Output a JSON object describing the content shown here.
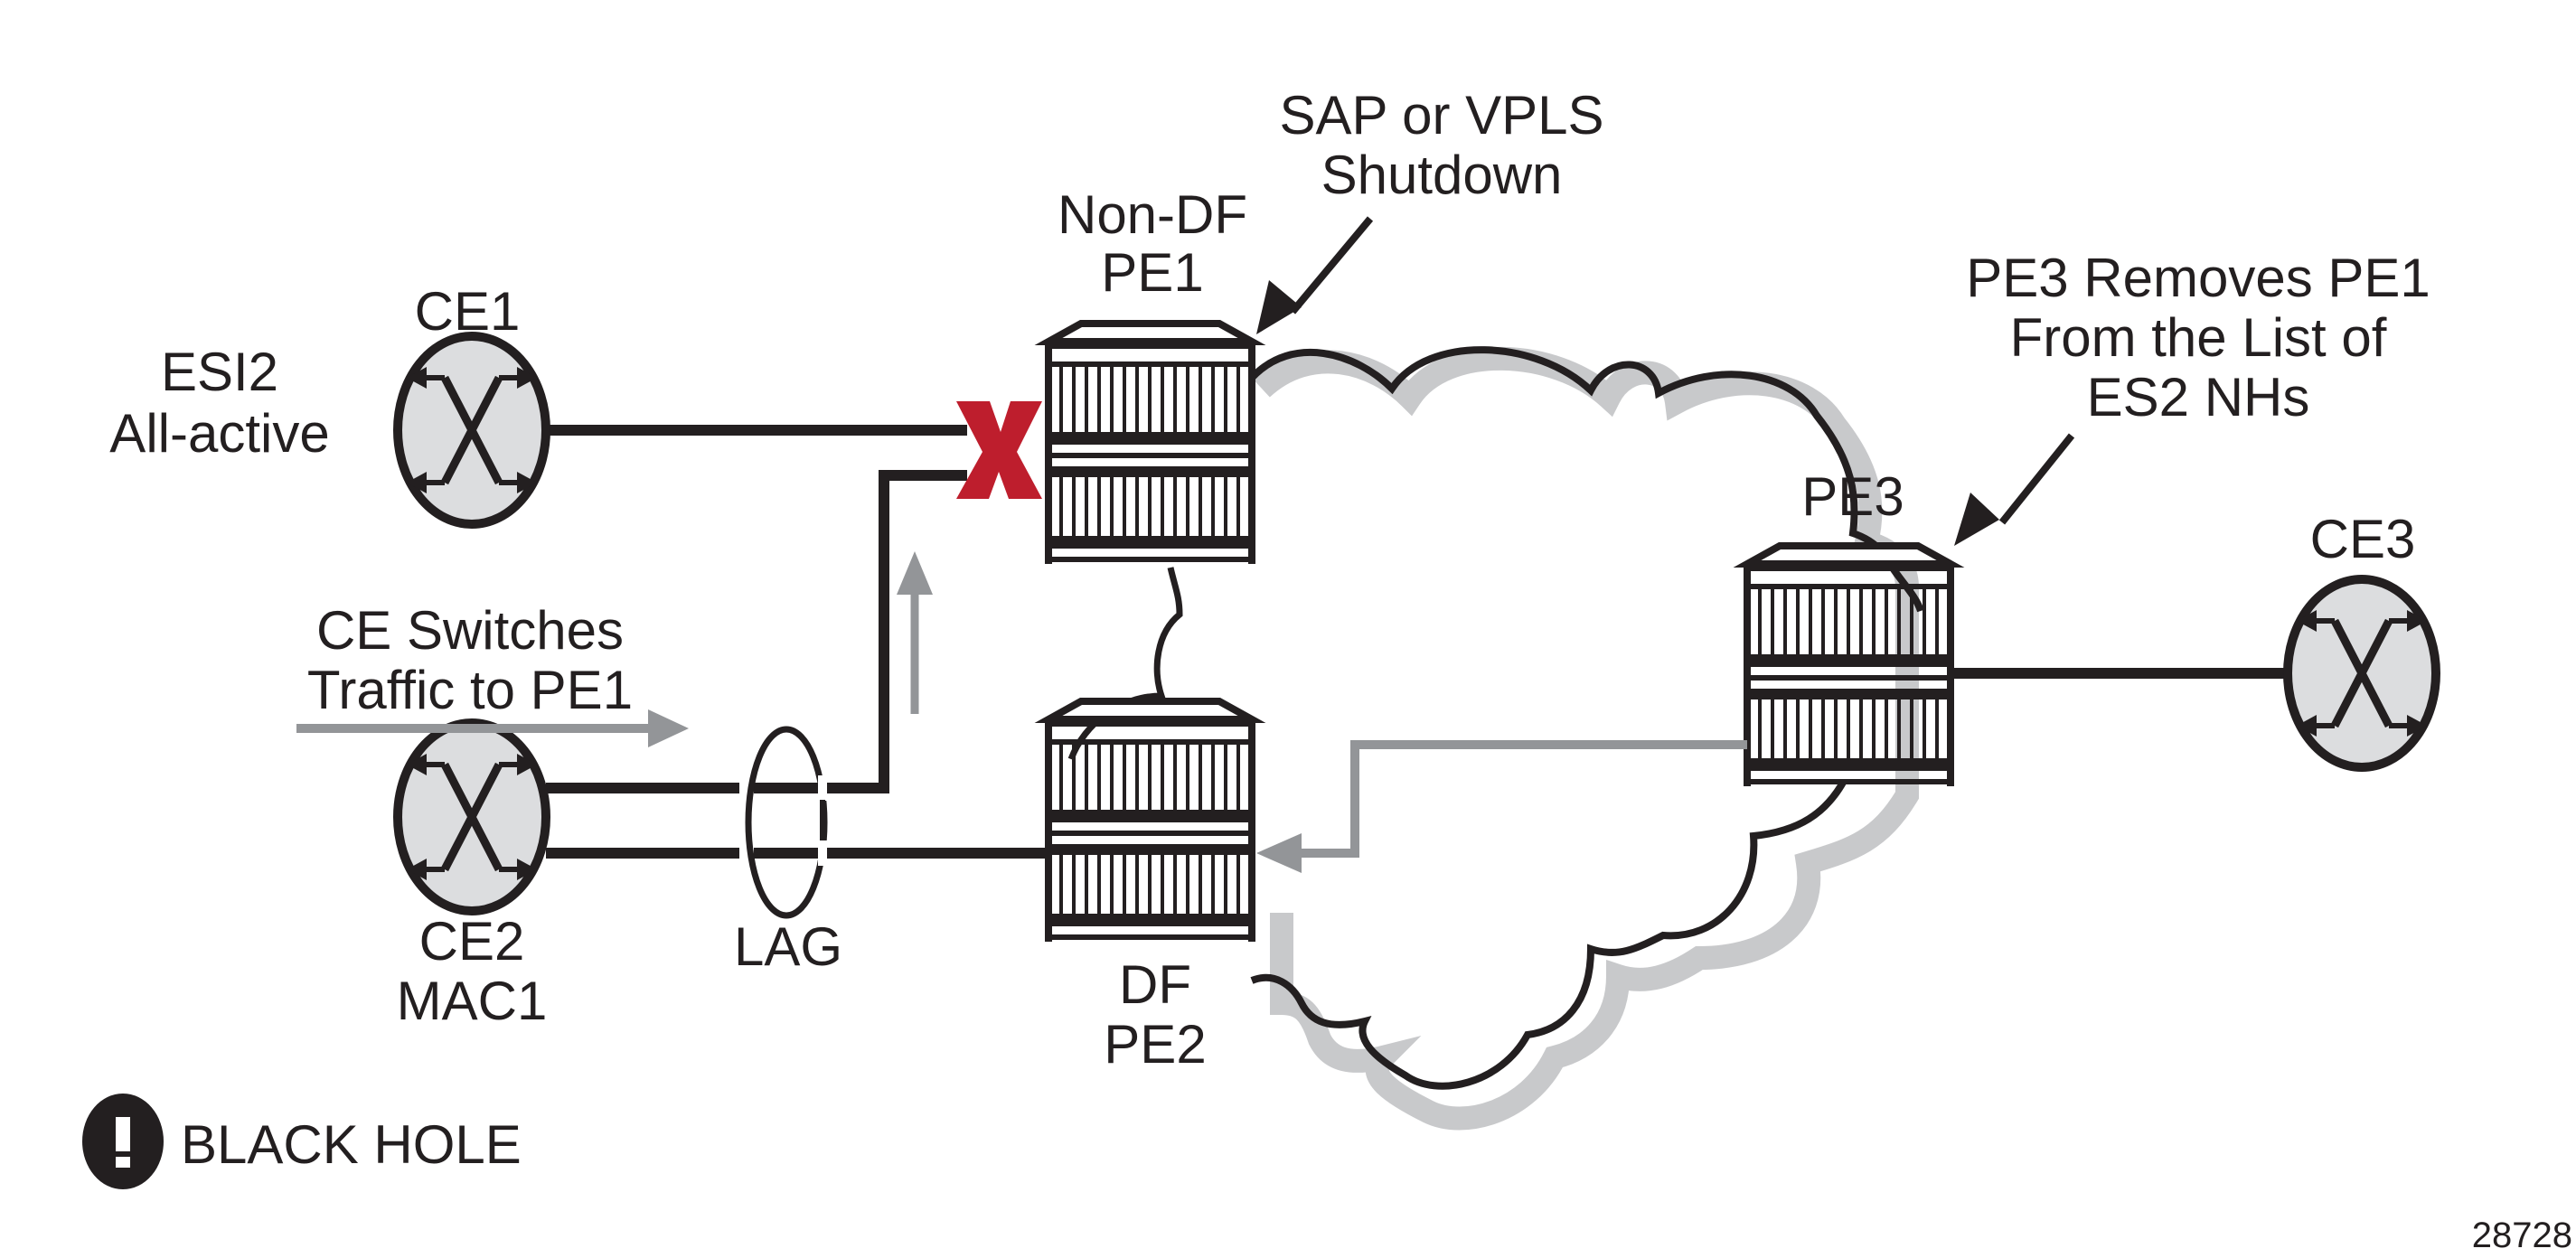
{
  "diagram": {
    "nodes": {
      "ce1": {
        "label": "CE1",
        "type": "ce-router"
      },
      "ce2": {
        "label_line1": "CE2",
        "label_line2": "MAC1",
        "type": "ce-router"
      },
      "ce3": {
        "label": "CE3",
        "type": "ce-router"
      },
      "pe1": {
        "label_line1": "Non-DF",
        "label_line2": "PE1",
        "type": "pe-router"
      },
      "pe2": {
        "label_line1": "DF",
        "label_line2": "PE2",
        "type": "pe-router"
      },
      "pe3": {
        "label": "PE3",
        "type": "pe-router"
      }
    },
    "annotations": {
      "esi": {
        "line1": "ESI2",
        "line2": "All-active"
      },
      "shutdown": {
        "line1": "SAP or VPLS",
        "line2": "Shutdown"
      },
      "pe3_removes": {
        "line1": "PE3 Removes PE1",
        "line2": "From the List of",
        "line3": "ES2 NHs"
      },
      "ce_switches": {
        "line1": "CE Switches",
        "line2": "Traffic to PE1"
      },
      "lag": "LAG"
    },
    "legend": {
      "icon": "exclamation-circle-icon",
      "label": "BLACK HOLE"
    },
    "figure_number": "28728",
    "colors": {
      "line": "#231f20",
      "traffic_arrow": "#939598",
      "failure_x": "#be1e2d",
      "ce_fill": "#dcdddf",
      "cloud_shadow": "#c8c9cb"
    }
  }
}
